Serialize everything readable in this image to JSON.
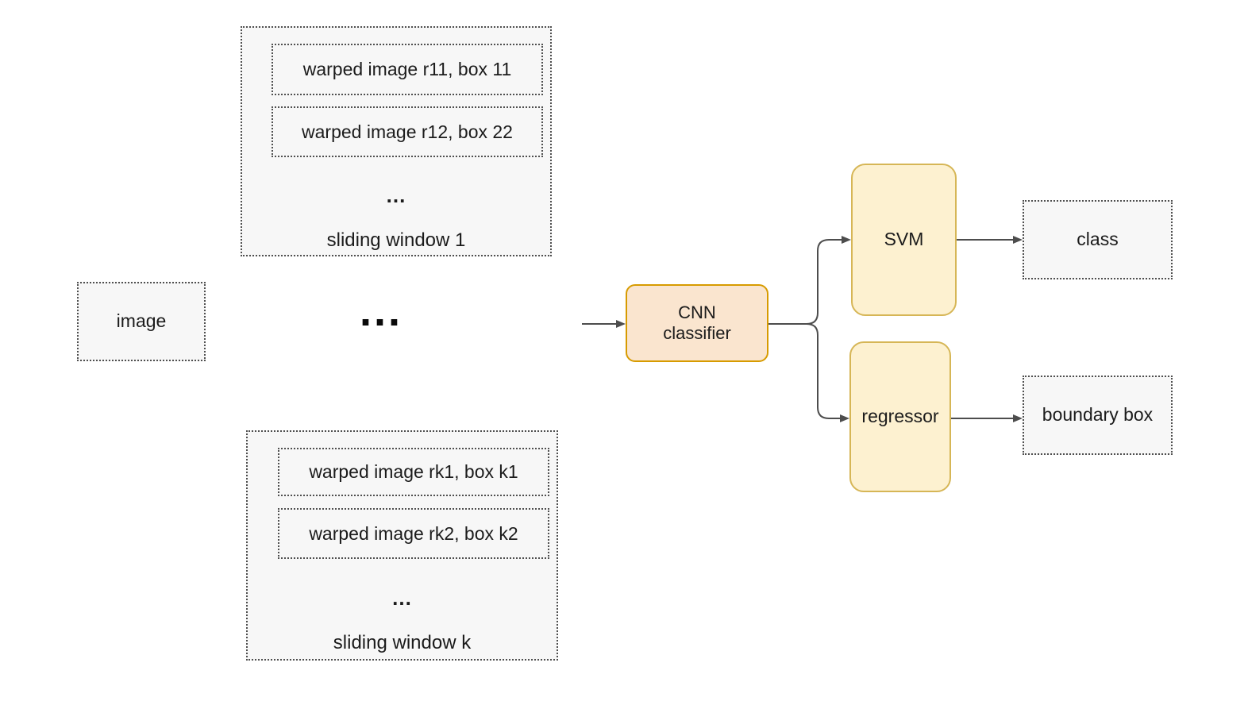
{
  "diagram": {
    "title": "sliding-window CNN detection pipeline",
    "nodes": {
      "image": {
        "label": "image"
      },
      "sliding_window_1": {
        "label": "sliding window 1",
        "items": [
          "warped image r11, box 11",
          "warped image r12, box 22"
        ],
        "ellipsis": "..."
      },
      "middle_ellipsis": {
        "label": "..."
      },
      "sliding_window_k": {
        "label": "sliding window k",
        "items": [
          "warped image rk1, box k1",
          "warped image rk2, box k2"
        ],
        "ellipsis": "..."
      },
      "cnn_classifier": {
        "label": "CNN\nclassifier"
      },
      "svm": {
        "label": "SVM"
      },
      "regressor": {
        "label": "regressor"
      },
      "class": {
        "label": "class"
      },
      "boundary_box": {
        "label": "boundary box"
      }
    },
    "edges": [
      {
        "from": "left-open",
        "to": "cnn_classifier"
      },
      {
        "from": "cnn_classifier",
        "to": "svm"
      },
      {
        "from": "cnn_classifier",
        "to": "regressor"
      },
      {
        "from": "svm",
        "to": "class"
      },
      {
        "from": "regressor",
        "to": "boundary_box"
      }
    ],
    "colors": {
      "background": "#ffffff",
      "dotted_box_fill": "#f7f7f7",
      "dotted_box_border": "#4f4f4f",
      "cnn_fill": "#fae5cf",
      "cnn_border": "#d79b00",
      "yellow_fill": "#fdf1d0",
      "yellow_border": "#d6b656",
      "arrow": "#4d4d4d",
      "text": "#1b1b1b"
    }
  }
}
